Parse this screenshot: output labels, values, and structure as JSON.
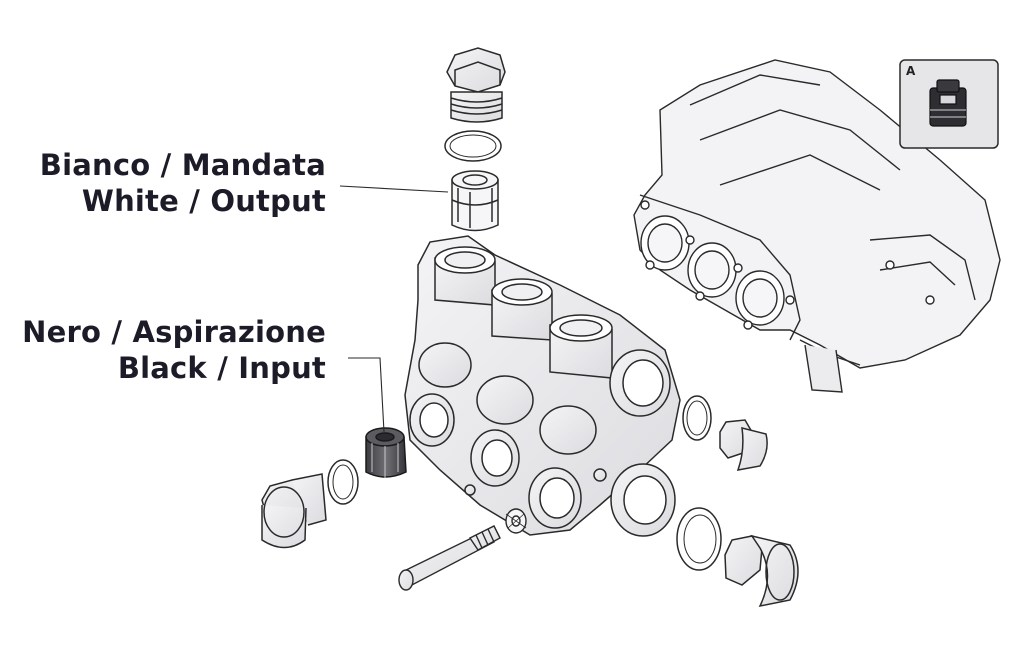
{
  "labels": {
    "white_valve": {
      "line1": "Bianco / Mandata",
      "line2": "White / Output"
    },
    "black_valve": {
      "line1": "Nero / Aspirazione",
      "line2": "Black / Input"
    }
  },
  "inset": {
    "letter": "A",
    "icon": "valve-icon"
  },
  "colors": {
    "outline": "#2a2a2a",
    "part_fill": "#ebebed",
    "black_valve_fill": "#4a4a4e",
    "text": "#1c1c28",
    "inset_bg": "#e6e6e8"
  }
}
